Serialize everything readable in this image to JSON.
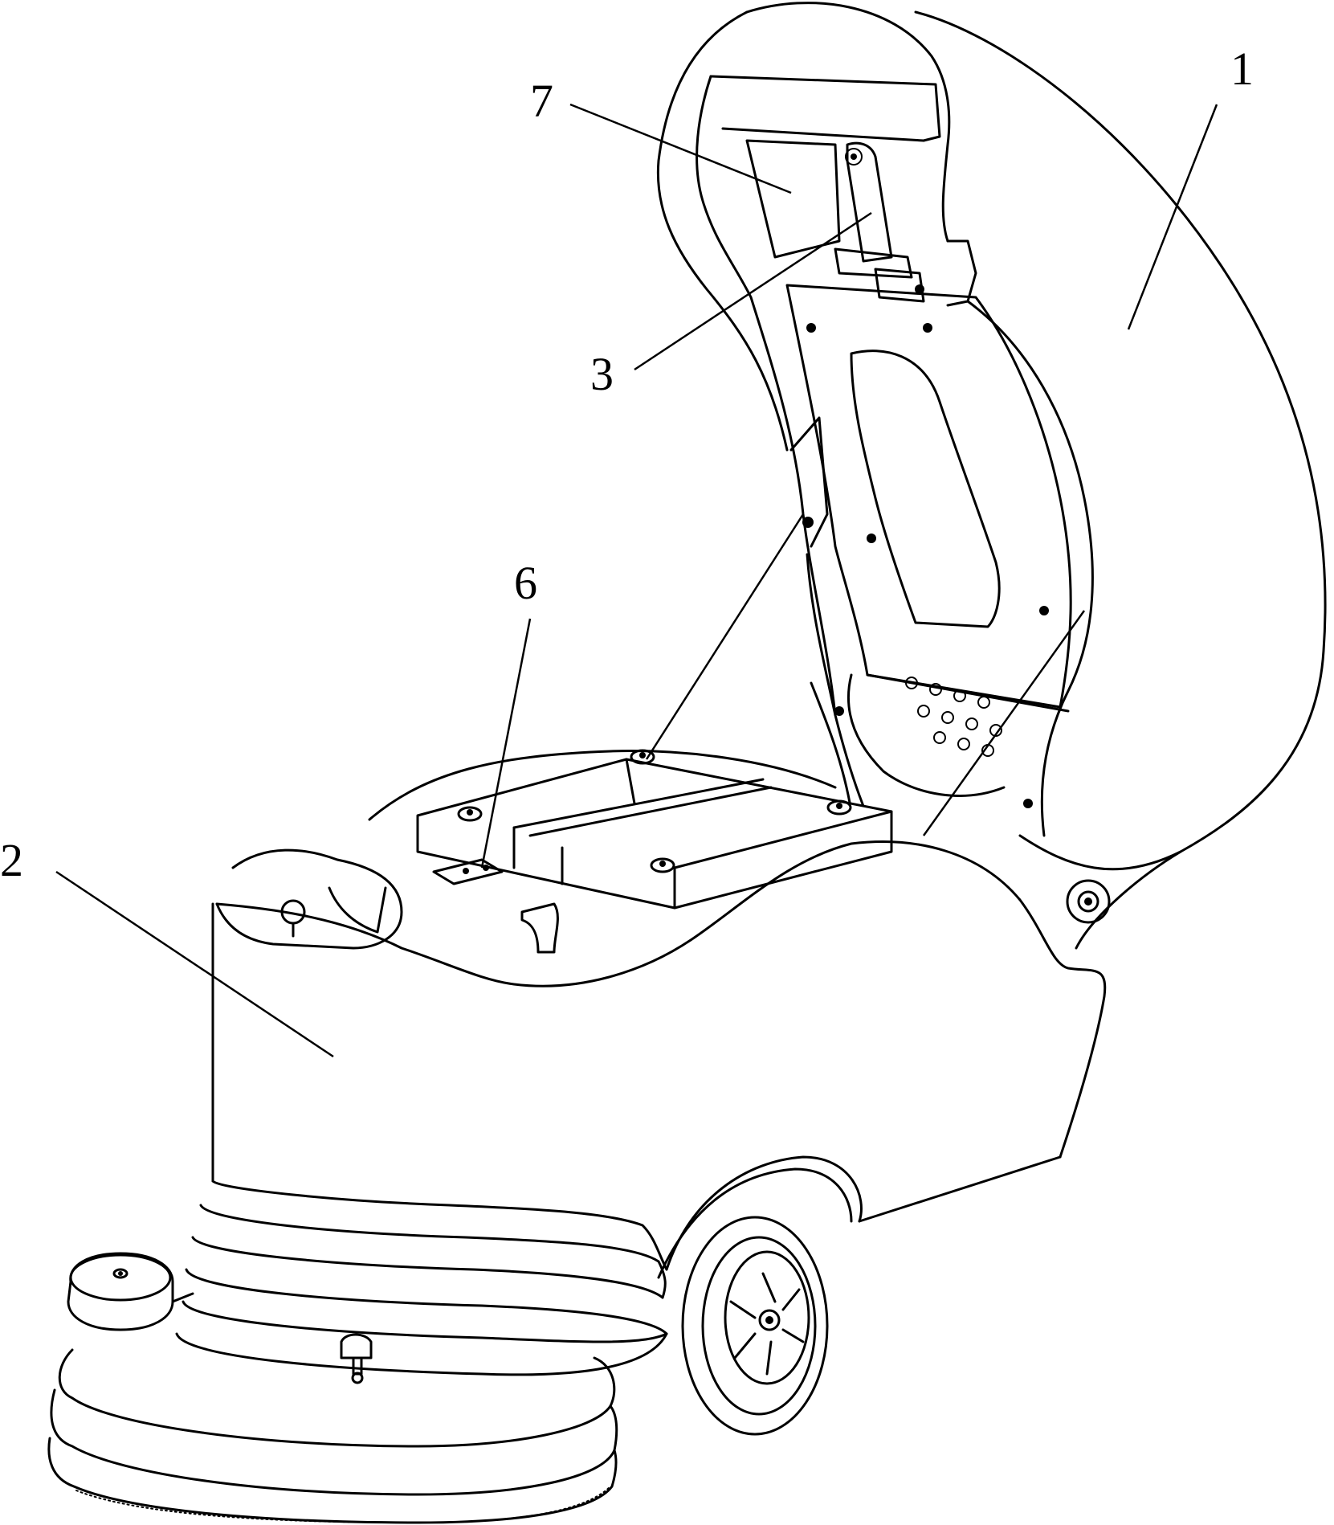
{
  "figure": {
    "labels": [
      {
        "id": "1",
        "text": "1"
      },
      {
        "id": "2",
        "text": "2"
      },
      {
        "id": "3",
        "text": "3"
      },
      {
        "id": "6",
        "text": "6"
      },
      {
        "id": "7",
        "text": "7"
      }
    ]
  }
}
